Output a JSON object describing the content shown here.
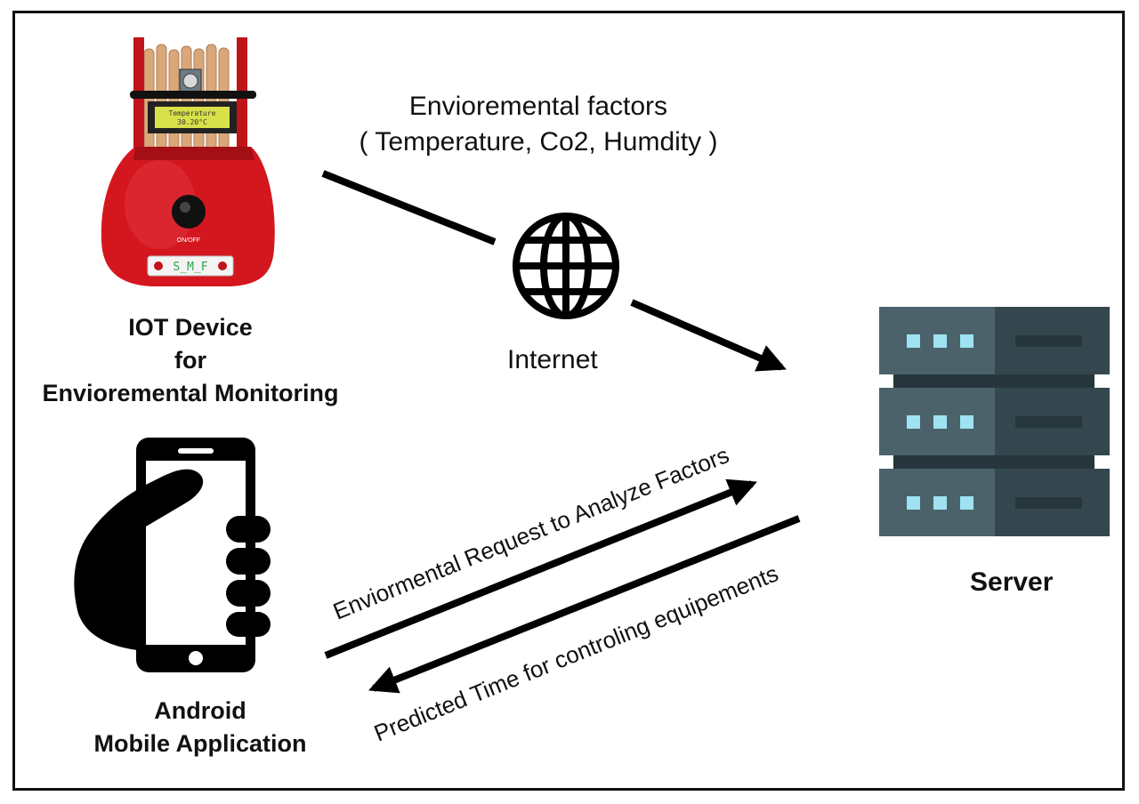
{
  "factors": {
    "line1": "Envioremental factors",
    "line2": "( Temperature, Co2, Humdity )"
  },
  "iot_device": {
    "line1": "IOT Device",
    "line2": "for",
    "line3": "Envioremental Monitoring",
    "lcd_line1": "Temperature",
    "lcd_line2": "30.20°C",
    "switch_label": "ON/OFF",
    "badge": "S_M_F"
  },
  "internet": {
    "label": "Internet",
    "icon": "globe-icon"
  },
  "server": {
    "label": "Server",
    "icon": "server-icon",
    "led_color": "#9fe3f2",
    "body_light": "#4b626b",
    "body_dark": "#34474e"
  },
  "mobile": {
    "line1": "Android",
    "line2": "Mobile Application",
    "icon": "hand-phone-icon"
  },
  "arrows": {
    "request": "Enviormental Request to  Analyze Factors",
    "response": "Predicted Time for controling equipements"
  }
}
